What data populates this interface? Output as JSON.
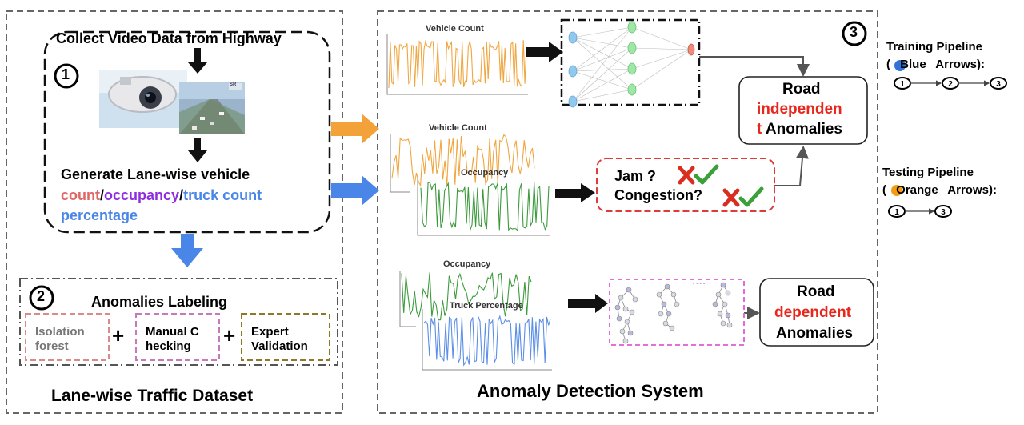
{
  "left_panel": {
    "step1_title": "Collect Video Data from Highway",
    "step1_number": "1",
    "generate_line1": "Generate Lane-wise vehicle",
    "generate_metrics": [
      {
        "text": "count",
        "color": "#e06666"
      },
      {
        "text": "/",
        "color": "#000000"
      },
      {
        "text": "occupancy",
        "color": "#8e2de2"
      },
      {
        "text": "/",
        "color": "#000000"
      },
      {
        "text": "truck count",
        "color": "#4a86e8"
      }
    ],
    "generate_line3": "percentage",
    "generate_line3_color": "#4a86e8",
    "camera_badge": "SR",
    "step2_number": "2",
    "labeling_title": "Anomalies Labeling",
    "label_methods": [
      "Isolation forest",
      "Manual Checking",
      "Expert Validation"
    ],
    "plus": "+",
    "dataset_title": "Lane-wise Traffic Dataset"
  },
  "right_panel": {
    "step3_number": "3",
    "chart_titles": {
      "top_count": "Vehicle Count",
      "mid_count": "Vehicle Count",
      "mid_occupancy": "Occupancy",
      "bot_occupancy": "Occupancy",
      "bot_truck": "Truck Percentage"
    },
    "jam_label": "Jam ?",
    "congestion_label": "Congestion?",
    "road_independent": {
      "line1": "Road",
      "line2": "independen",
      "line3_red": "t",
      "line3_rest": " Anomalies"
    },
    "road_dependent": {
      "line1": "Road",
      "line2": "dependent",
      "line3": "Anomalies"
    },
    "tree_dots": "- - - -",
    "system_title": "Anomaly Detection System"
  },
  "legend": {
    "training_title": "Training Pipeline",
    "training_sub": "( Blue Arrows):",
    "training_steps": [
      "1",
      "2",
      "3"
    ],
    "testing_title": "Testing Pipeline",
    "testing_sub": "( Orange Arrows):",
    "testing_steps": [
      "1",
      "3"
    ]
  },
  "colors": {
    "orange_series": "#f0a640",
    "green_series": "#3c9a3c",
    "blue_series": "#5b8ee6",
    "red_text": "#e8261c",
    "blue_arrow": "#4a86e8",
    "orange_arrow": "#f3a23a",
    "nn_node": "#9fe7a6",
    "nn_input": "#8fc9ee",
    "nn_output": "#f08a7a",
    "pink_box": "#e05ad8"
  }
}
